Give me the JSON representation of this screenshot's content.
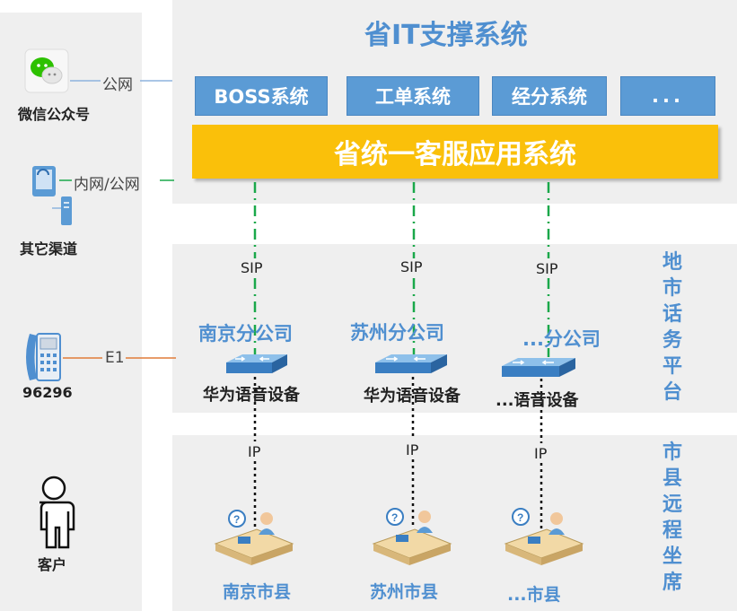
{
  "header": {
    "title": "省IT支撑系统"
  },
  "systems": [
    "BOSS系统",
    "工单系统",
    "经分系统",
    "..."
  ],
  "unified": "省统一客服应用系统",
  "channels": {
    "wechat": {
      "label": "微信公众号",
      "link": "公网"
    },
    "other": {
      "label": "其它渠道",
      "link": "内网/公网"
    },
    "phone": {
      "label": "96296",
      "link": "E1"
    },
    "customer": {
      "label": "客户"
    }
  },
  "city_platform": {
    "title": "地市话务平台",
    "link_label": "SIP",
    "branches": [
      {
        "name": "南京分公司",
        "device": "华为语音设备"
      },
      {
        "name": "苏州分公司",
        "device": "华为语音设备"
      },
      {
        "name": "...分公司",
        "device": "...语音设备"
      }
    ]
  },
  "county_seats": {
    "title": "市县远程坐席",
    "link_label": "IP",
    "sites": [
      "南京市县",
      "苏州市县",
      "...市县"
    ]
  },
  "colors": {
    "accent_blue": "#5b9bd5",
    "title_blue": "#4f8fd0",
    "yellow": "#fac00a",
    "green_link": "#1aa84a",
    "orange_link": "#e07b39"
  }
}
